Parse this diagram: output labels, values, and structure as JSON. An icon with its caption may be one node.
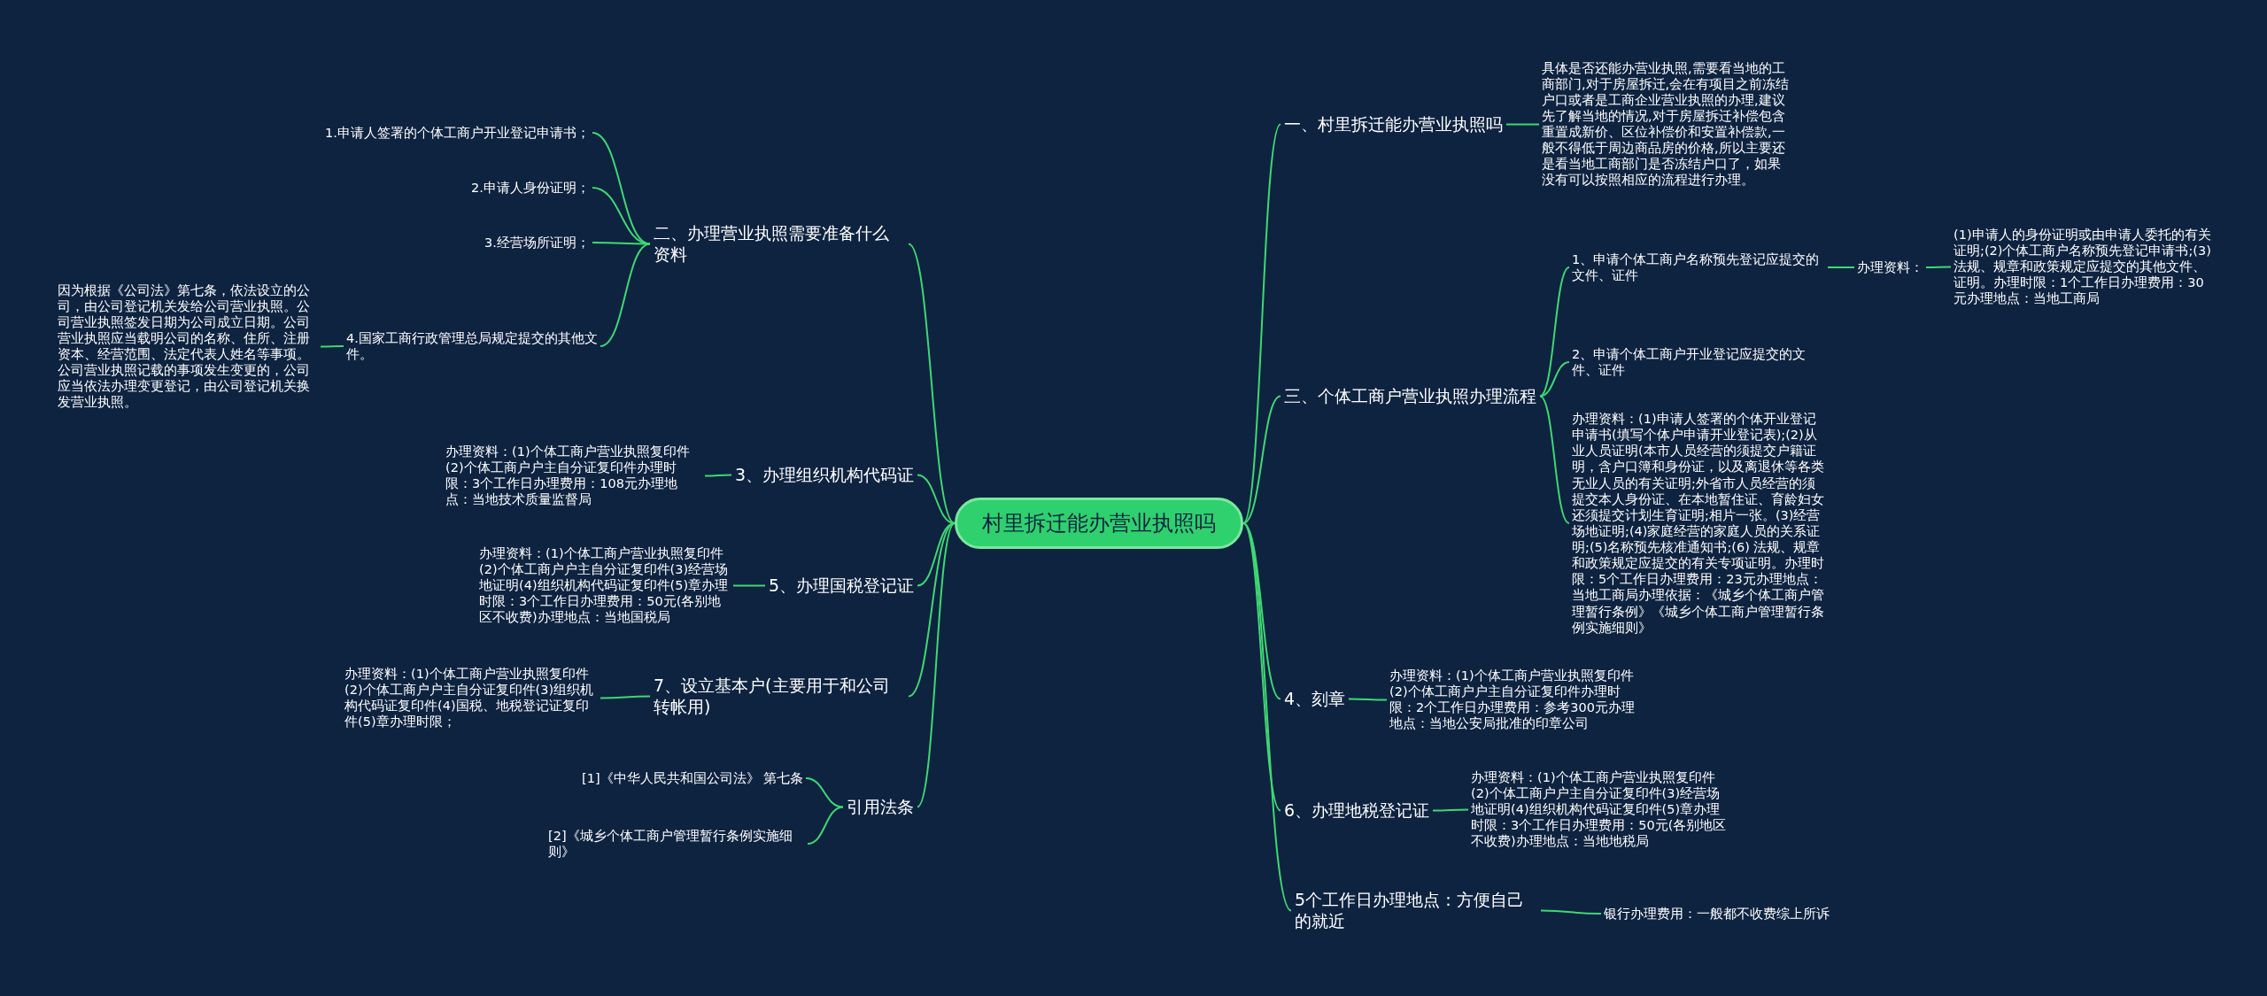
{
  "diagram": {
    "nodes": [
      {
        "text": [
          "村里拆迁能办营业执照吗"
        ]
      },
      {
        "text": [
          "一、村里拆迁能办营业执照吗"
        ]
      },
      {
        "text": [
          "具体是否还能办营业执照,需要看当地的工商部门,对于房屋拆迁,会在有项目之前冻结户口或者是工商企业营业执照的办理,建议先了解当地的情况,对于房屋拆迁补偿包含重置成新价、区位补偿价和安置补偿款,一般不得低于周边商品房的价格,所以主要还是看当地工商部门是否冻结户口了，如果没有可以按照相应的流程进行办理。"
        ]
      },
      {
        "text": [
          "三、个体工商户营业执照办理流程"
        ]
      },
      {
        "text": [
          "1、申请个体工商户名称预先登记应提交的文件、证件"
        ]
      },
      {
        "text": [
          "办理资料："
        ]
      },
      {
        "text": [
          "(1)申请人的身份证明或由申请人委托的有关证明;(2)个体工商户名称预先登记申请书;(3)法规、规章和政策规定应提交的其他文件、证明。办理时限：1个工作日办理费用：30元办理地点：当地工商局"
        ]
      },
      {
        "text": [
          "2、申请个体工商户开业登记应提交的文件、证件"
        ]
      },
      {
        "text": [
          "办理资料：(1)申请人签署的个体开业登记申请书(填写个体户申请开业登记表);(2)从业人员证明(本市人员经营的须提交户籍证明，含户口簿和身份证，以及离退休等各类无业人员的有关证明;外省市人员经营的须提交本人身份证、在本地暂住证、育龄妇女还须提交计划生育证明;相片一张。(3)经营场地证明;(4)家庭经营的家庭人员的关系证明;(5)名称预先核准通知书;(6) 法规、规章和政策规定应提交的有关专项证明。办理时限：5个工作日办理费用：23元办理地点：当地工商局办理依据：《城乡个体工商户管理暂行条例》《城乡个体工商户管理暂行条例实施细则》"
        ]
      },
      {
        "text": [
          "4、刻章"
        ]
      },
      {
        "text": [
          "办理资料：(1)个体工商户营业执照复印件(2)个体工商户户主自分证复印件办理时限：2个工作日办理费用：参考300元办理地点：当地公安局批准的印章公司"
        ]
      },
      {
        "text": [
          "6、办理地税登记证"
        ]
      },
      {
        "text": [
          "办理资料：(1)个体工商户营业执照复印件(2)个体工商户户主自分证复印件(3)经营场地证明(4)组织机构代码证复印件(5)章办理时限：3个工作日办理费用：50元(各别地区不收费)办理地点：当地地税局"
        ]
      },
      {
        "text": [
          "5个工作日办理地点：方便自己的就近"
        ]
      },
      {
        "text": [
          "银行办理费用：一般都不收费综上所诉"
        ]
      },
      {
        "text": [
          "二、办理营业执照需要准备什么资料"
        ]
      },
      {
        "text": [
          "1.申请人签署的个体工商户开业登记申请书；"
        ]
      },
      {
        "text": [
          "2.申请人身份证明；"
        ]
      },
      {
        "text": [
          "3.经营场所证明；"
        ]
      },
      {
        "text": [
          "4.国家工商行政管理总局规定提交的其他文件。"
        ]
      },
      {
        "text": [
          "因为根据《公司法》第七条，依法设立的公司，由公司登记机关发给公司营业执照。公司营业执照签发日期为公司成立日期。公司营业执照应当载明公司的名称、住所、注册资本、经营范围、法定代表人姓名等事项。公司营业执照记载的事项发生变更的，公司应当依法办理变更登记，由公司登记机关换发营业执照。"
        ]
      },
      {
        "text": [
          "3、办理组织机构代码证"
        ]
      },
      {
        "text": [
          "办理资料：(1)个体工商户营业执照复印件(2)个体工商户户主自分证复印件办理时限：3个工作日办理费用：108元办理地点：当地技术质量监督局"
        ]
      },
      {
        "text": [
          "5、办理国税登记证"
        ]
      },
      {
        "text": [
          "办理资料：(1)个体工商户营业执照复印件(2)个体工商户户主自分证复印件(3)经营场地证明(4)组织机构代码证复印件(5)章办理时限：3个工作日办理费用：50元(各别地区不收费)办理地点：当地国税局"
        ]
      },
      {
        "text": [
          "7、设立基本户(主要用于和公司转帐用)"
        ]
      },
      {
        "text": [
          "办理资料：(1)个体工商户营业执照复印件(2)个体工商户户主自分证复印件(3)组织机构代码证复印件(4)国税、地税登记证复印件(5)章办理时限；"
        ]
      },
      {
        "text": [
          "引用法条"
        ]
      },
      {
        "text": [
          "[1]《中华人民共和国公司法》 第七条"
        ]
      },
      {
        "text": [
          "[2]《城乡个体工商户管理暂行条例实施细则》"
        ]
      }
    ],
    "edges": [
      {
        "from": 0,
        "to": 1,
        "arrow": "none"
      },
      {
        "from": 1,
        "to": 2,
        "arrow": "none"
      },
      {
        "from": 0,
        "to": 3,
        "arrow": "none"
      },
      {
        "from": 3,
        "to": 4,
        "arrow": "none"
      },
      {
        "from": 4,
        "to": 5,
        "arrow": "none"
      },
      {
        "from": 5,
        "to": 6,
        "arrow": "none"
      },
      {
        "from": 3,
        "to": 7,
        "arrow": "none"
      },
      {
        "from": 3,
        "to": 8,
        "arrow": "none"
      },
      {
        "from": 0,
        "to": 9,
        "arrow": "none"
      },
      {
        "from": 9,
        "to": 10,
        "arrow": "none"
      },
      {
        "from": 0,
        "to": 11,
        "arrow": "none"
      },
      {
        "from": 11,
        "to": 12,
        "arrow": "none"
      },
      {
        "from": 0,
        "to": 13,
        "arrow": "none"
      },
      {
        "from": 13,
        "to": 14,
        "arrow": "none"
      },
      {
        "from": 0,
        "to": 15,
        "arrow": "none"
      },
      {
        "from": 15,
        "to": 16,
        "arrow": "none"
      },
      {
        "from": 15,
        "to": 17,
        "arrow": "none"
      },
      {
        "from": 15,
        "to": 18,
        "arrow": "none"
      },
      {
        "from": 15,
        "to": 19,
        "arrow": "none"
      },
      {
        "from": 19,
        "to": 20,
        "arrow": "none"
      },
      {
        "from": 0,
        "to": 21,
        "arrow": "none"
      },
      {
        "from": 21,
        "to": 22,
        "arrow": "none"
      },
      {
        "from": 0,
        "to": 23,
        "arrow": "none"
      },
      {
        "from": 23,
        "to": 24,
        "arrow": "none"
      },
      {
        "from": 0,
        "to": 25,
        "arrow": "none"
      },
      {
        "from": 25,
        "to": 26,
        "arrow": "none"
      },
      {
        "from": 0,
        "to": 27,
        "arrow": "none"
      },
      {
        "from": 27,
        "to": 28,
        "arrow": "none"
      },
      {
        "from": 27,
        "to": 29,
        "arrow": "none"
      }
    ]
  }
}
